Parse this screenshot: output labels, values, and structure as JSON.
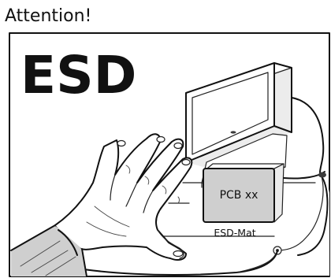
{
  "heading": "Attention!",
  "illustration": {
    "big_label": "ESD",
    "board_label": "PCB xx",
    "mat_label": "ESD-Mat"
  },
  "colors": {
    "ink": "#111111",
    "board_fill": "#cfcfcf",
    "background": "#ffffff"
  }
}
